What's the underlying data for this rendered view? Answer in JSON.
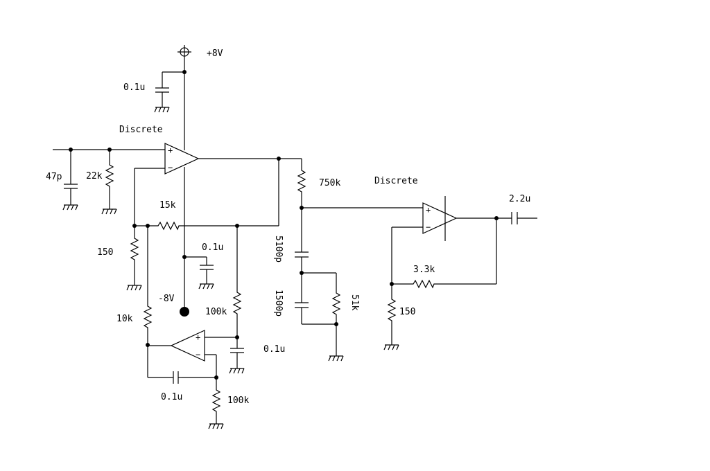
{
  "schematic": {
    "labels": {
      "vplus": "+8V",
      "vminus": "-8V",
      "c_supply": "0.1u",
      "opamp1_type": "Discrete",
      "c_in": "47p",
      "r_in": "22k",
      "r_fb1": "15k",
      "r_gnd1": "150",
      "c_bypass": "0.1u",
      "r_10k": "10k",
      "r_100k_top": "100k",
      "c_servo_out": "0.1u",
      "c_integrator": "0.1u",
      "r_100k_bottom": "100k",
      "r_750k": "750k",
      "c_5100p": "5100p",
      "c_1500p": "1500p",
      "r_51k": "51k",
      "opamp2_type": "Discrete",
      "c_out": "2.2u",
      "r_fb2": "3.3k",
      "r_gnd2": "150"
    }
  }
}
